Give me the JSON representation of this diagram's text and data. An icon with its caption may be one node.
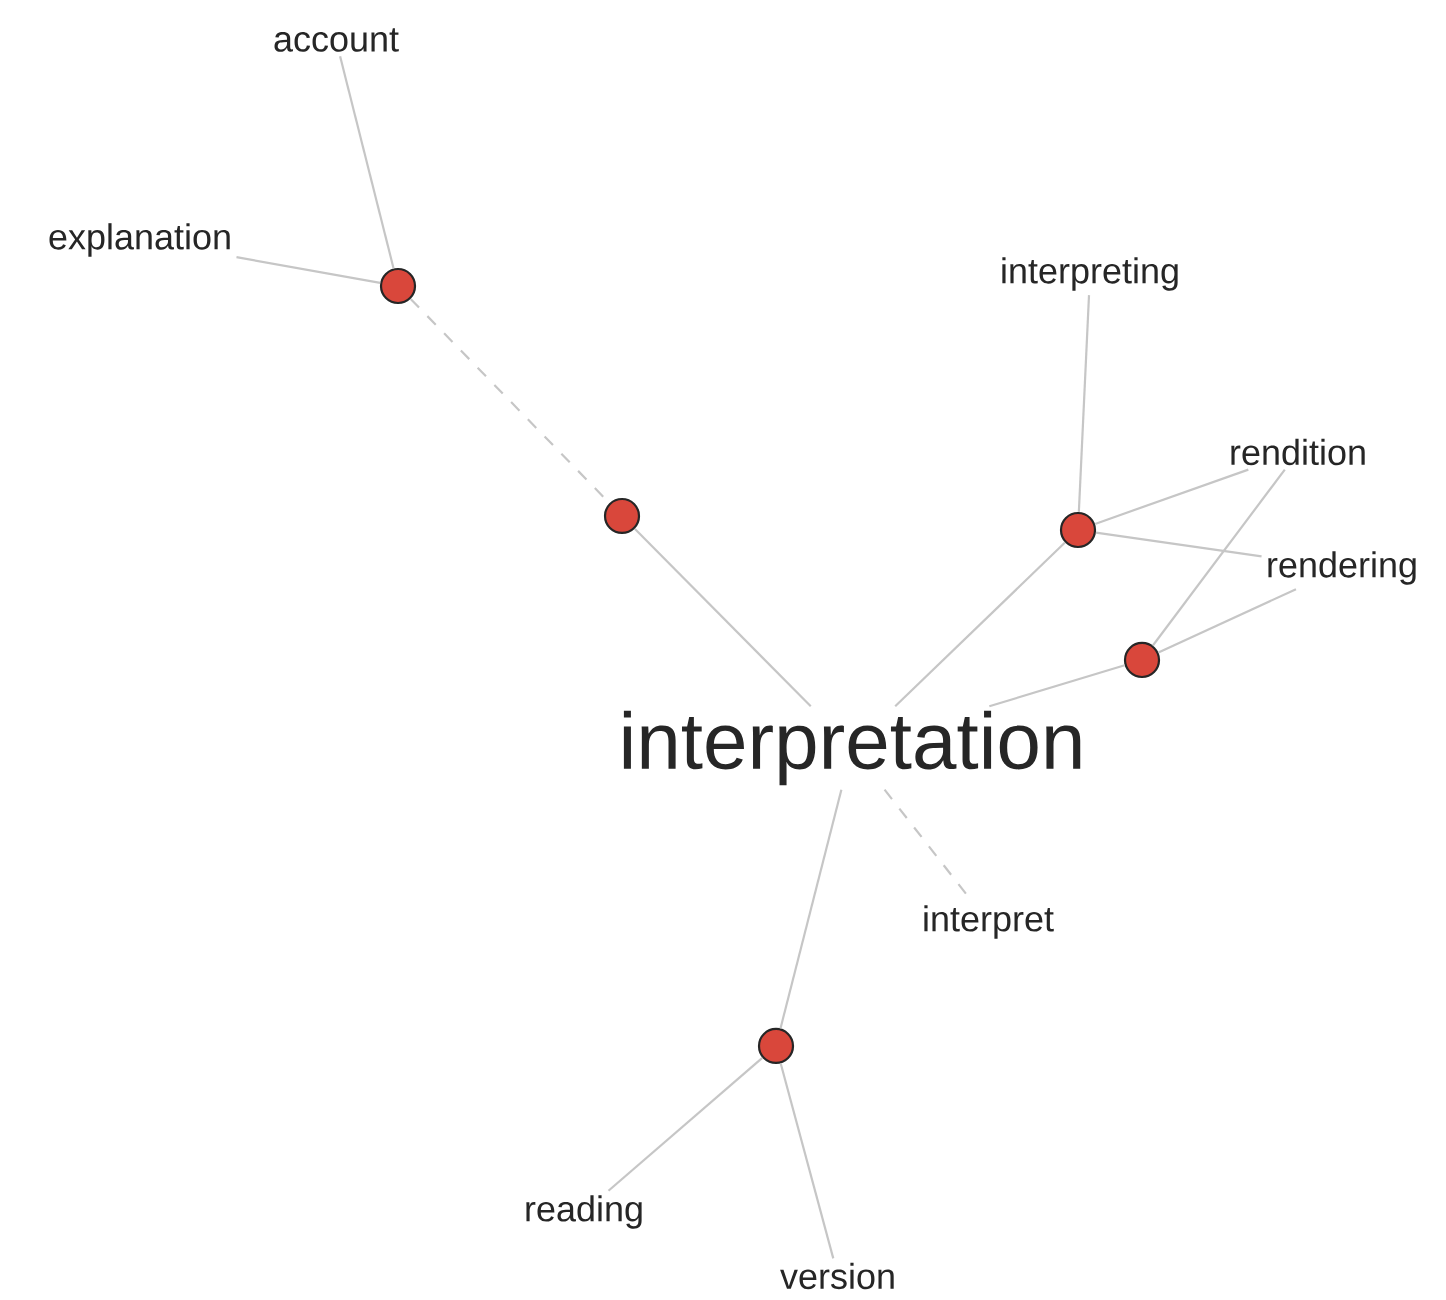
{
  "diagram": {
    "nodes": [
      {
        "text": [
          "account"
        ]
      },
      {
        "text": [
          "explanation"
        ]
      },
      {
        "text": [],
        "shape": "circle"
      },
      {
        "text": [
          "interpreting"
        ]
      },
      {
        "text": [
          "rendition"
        ]
      },
      {
        "text": [],
        "shape": "circle"
      },
      {
        "text": [],
        "shape": "circle"
      },
      {
        "text": [
          "rendering"
        ]
      },
      {
        "text": [],
        "shape": "circle"
      },
      {
        "text": [
          "interpretation"
        ]
      },
      {
        "text": [
          "interpret"
        ]
      },
      {
        "text": [],
        "shape": "circle"
      },
      {
        "text": [
          "reading"
        ]
      },
      {
        "text": [
          "version"
        ]
      }
    ],
    "edges": [
      {
        "from": 0,
        "to": 2,
        "arrow": "none"
      },
      {
        "from": 1,
        "to": 2,
        "arrow": "none"
      },
      {
        "from": 2,
        "to": 5,
        "arrow": "none",
        "style": "dashed"
      },
      {
        "from": 5,
        "to": 9,
        "arrow": "none"
      },
      {
        "from": 3,
        "to": 6,
        "arrow": "none"
      },
      {
        "from": 6,
        "to": 4,
        "arrow": "none"
      },
      {
        "from": 6,
        "to": 7,
        "arrow": "none"
      },
      {
        "from": 6,
        "to": 9,
        "arrow": "none"
      },
      {
        "from": 4,
        "to": 8,
        "arrow": "none"
      },
      {
        "from": 7,
        "to": 8,
        "arrow": "none"
      },
      {
        "from": 8,
        "to": 9,
        "arrow": "none"
      },
      {
        "from": 9,
        "to": 10,
        "arrow": "none",
        "style": "dashed"
      },
      {
        "from": 9,
        "to": 11,
        "arrow": "none"
      },
      {
        "from": 11,
        "to": 12,
        "arrow": "none"
      },
      {
        "from": 11,
        "to": 13,
        "arrow": "none"
      }
    ]
  }
}
